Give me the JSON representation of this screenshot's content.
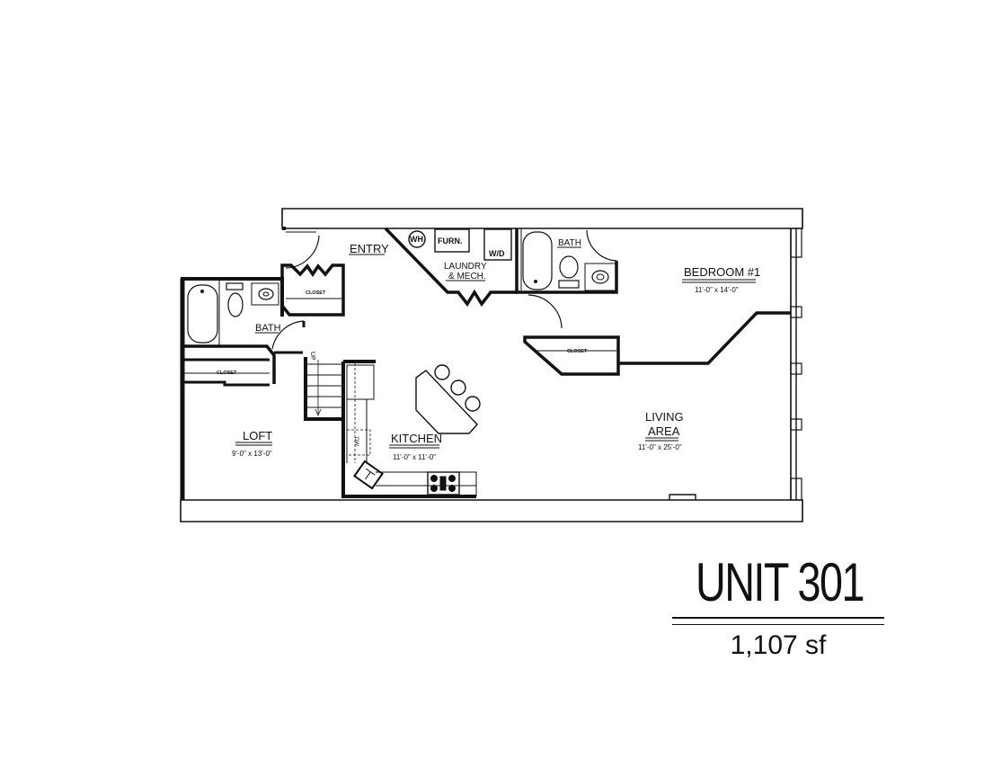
{
  "plan": {
    "rooms": {
      "entry": {
        "label": "ENTRY"
      },
      "laundry": {
        "label_line1": "LAUNDRY",
        "label_line2": "& MECH."
      },
      "bath_master": {
        "label": "BATH"
      },
      "bedroom": {
        "label": "BEDROOM #1",
        "dims": "11'-0\" x 14'-0\""
      },
      "bath_loft": {
        "label": "BATH"
      },
      "loft": {
        "label": "LOFT",
        "dims": "9'-0\" x 13'-0\""
      },
      "kitchen": {
        "label": "KITCHEN",
        "dims": "11'-0\" x 11'-0\""
      },
      "living": {
        "label_line1": "LIVING",
        "label_line2": "AREA",
        "dims": "11'-0\" x 25'-0\""
      }
    },
    "closets": {
      "entry_closet": "CLOSET",
      "loft_closet": "CLOSET",
      "bedroom_closet": "CLOSET"
    },
    "fixtures": {
      "water_heater": "WH",
      "furnace": "FURN.",
      "washer_dryer": "W/D",
      "dishwasher": "DW",
      "stairs": "UP"
    }
  },
  "unit": {
    "title": "UNIT 301",
    "area": "1,107 sf"
  }
}
